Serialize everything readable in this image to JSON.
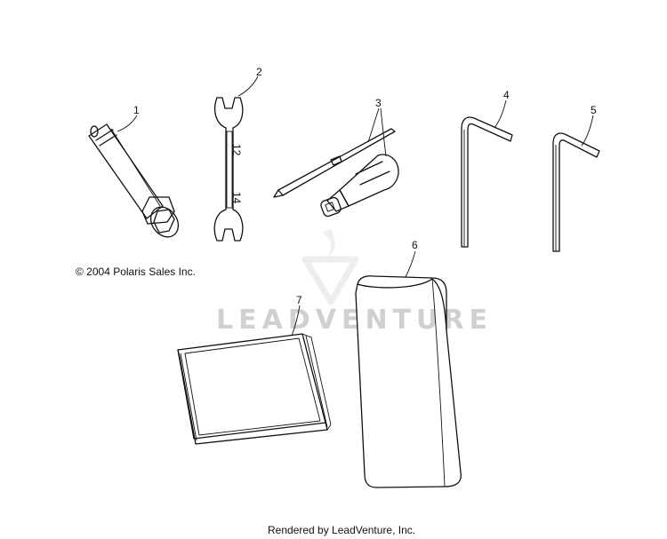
{
  "copyright": "© 2004 Polaris Sales Inc.",
  "footer": "Rendered by LeadVenture, Inc.",
  "watermark": "LEADVENTURE",
  "callouts": [
    "1",
    "2",
    "3",
    "4",
    "5",
    "6",
    "7"
  ],
  "wrench_markings": [
    "12",
    "14"
  ]
}
